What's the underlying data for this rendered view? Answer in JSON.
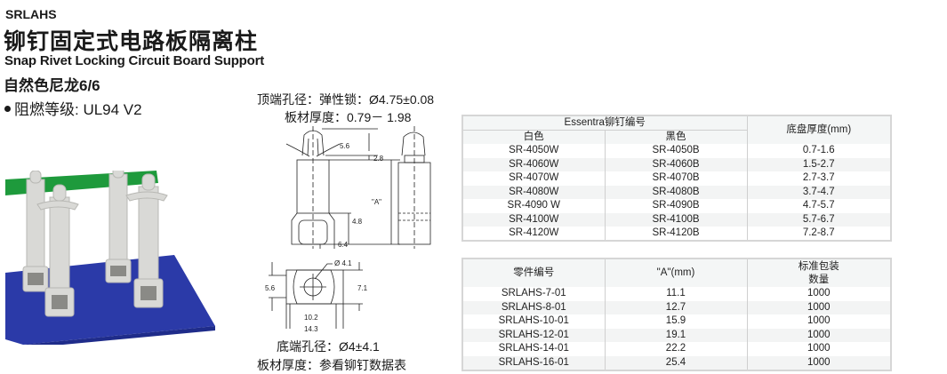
{
  "header": {
    "series_code": "SRLAHS",
    "title_cn": "铆钉固定式电路板隔离柱",
    "title_en": "Snap Rivet Locking Circuit Board Support",
    "material": "自然色尼龙6/6",
    "flame_rating": "阻燃等级: UL94 V2"
  },
  "colors": {
    "pcb_green": "#1e9a3c",
    "base_blue": "#2b3aa8",
    "support_grey": "#d9d9d6",
    "table_header_bg": "#f4f6f6",
    "table_border": "#d6d6d6"
  },
  "specs": {
    "top_hole": "顶端孔径：弹性锁：Ø4.75±0.08",
    "top_panel_thickness": "板材厚度：0.79－ 1.98",
    "bottom_hole": "底端孔径：Ø4±4.1",
    "bottom_panel_thickness": "板材厚度：参看铆钉数据表"
  },
  "drawing_side": {
    "dims": [
      "5.6",
      "2.8",
      "\"A\"",
      "4.8",
      "6.4"
    ]
  },
  "drawing_bottom": {
    "dims": [
      "Ø 4.1",
      "5.6",
      "7.1",
      "10.2",
      "14.3"
    ]
  },
  "rivet_table": {
    "group_header": "Essentra铆钉编号",
    "col_white": "白色",
    "col_black": "黑色",
    "col_thickness": "底盘厚度(mm)",
    "rows": [
      {
        "white": "SR-4050W",
        "black": "SR-4050B",
        "thickness": "0.7-1.6"
      },
      {
        "white": "SR-4060W",
        "black": "SR-4060B",
        "thickness": "1.5-2.7"
      },
      {
        "white": "SR-4070W",
        "black": "SR-4070B",
        "thickness": "2.7-3.7"
      },
      {
        "white": "SR-4080W",
        "black": "SR-4080B",
        "thickness": "3.7-4.7"
      },
      {
        "white": "SR-4090 W",
        "black": "SR-4090B",
        "thickness": "4.7-5.7"
      },
      {
        "white": "SR-4100W",
        "black": "SR-4100B",
        "thickness": "5.7-6.7"
      },
      {
        "white": "SR-4120W",
        "black": "SR-4120B",
        "thickness": "7.2-8.7"
      }
    ]
  },
  "part_table": {
    "col_part": "零件编号",
    "col_a": "\"A\"(mm)",
    "col_pack_line1": "标准包装",
    "col_pack_line2": "数量",
    "rows": [
      {
        "part": "SRLAHS-7-01",
        "a": "11.1",
        "qty": "1000"
      },
      {
        "part": "SRLAHS-8-01",
        "a": "12.7",
        "qty": "1000"
      },
      {
        "part": "SRLAHS-10-01",
        "a": "15.9",
        "qty": "1000"
      },
      {
        "part": "SRLAHS-12-01",
        "a": "19.1",
        "qty": "1000"
      },
      {
        "part": "SRLAHS-14-01",
        "a": "22.2",
        "qty": "1000"
      },
      {
        "part": "SRLAHS-16-01",
        "a": "25.4",
        "qty": "1000"
      }
    ]
  }
}
